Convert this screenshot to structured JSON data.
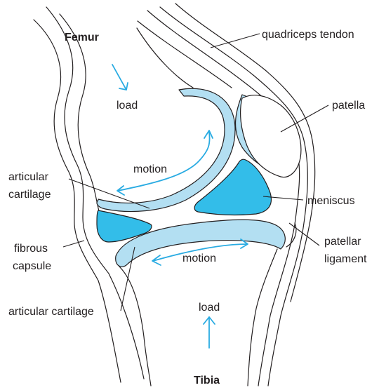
{
  "labels": {
    "femur": "Femur",
    "tibia": "Tibia",
    "load_top": "load",
    "load_bottom": "load",
    "motion_upper": "motion",
    "motion_lower": "motion",
    "quadriceps_tendon": "quadriceps tendon",
    "patella": "patella",
    "meniscus": "meniscus",
    "patellar_ligament_line1": "patellar",
    "patellar_ligament_line2": "ligament",
    "articular_cartilage_left_line1": "articular",
    "articular_cartilage_left_line2": "cartilage",
    "fibrous_capsule_line1": "fibrous",
    "fibrous_capsule_line2": "capsule",
    "articular_cartilage_bottom": "articular cartilage"
  },
  "colors": {
    "cartilage": "#b3dff2",
    "meniscus": "#33bde9",
    "arrow": "#29abe2",
    "outline": "#231f20"
  }
}
